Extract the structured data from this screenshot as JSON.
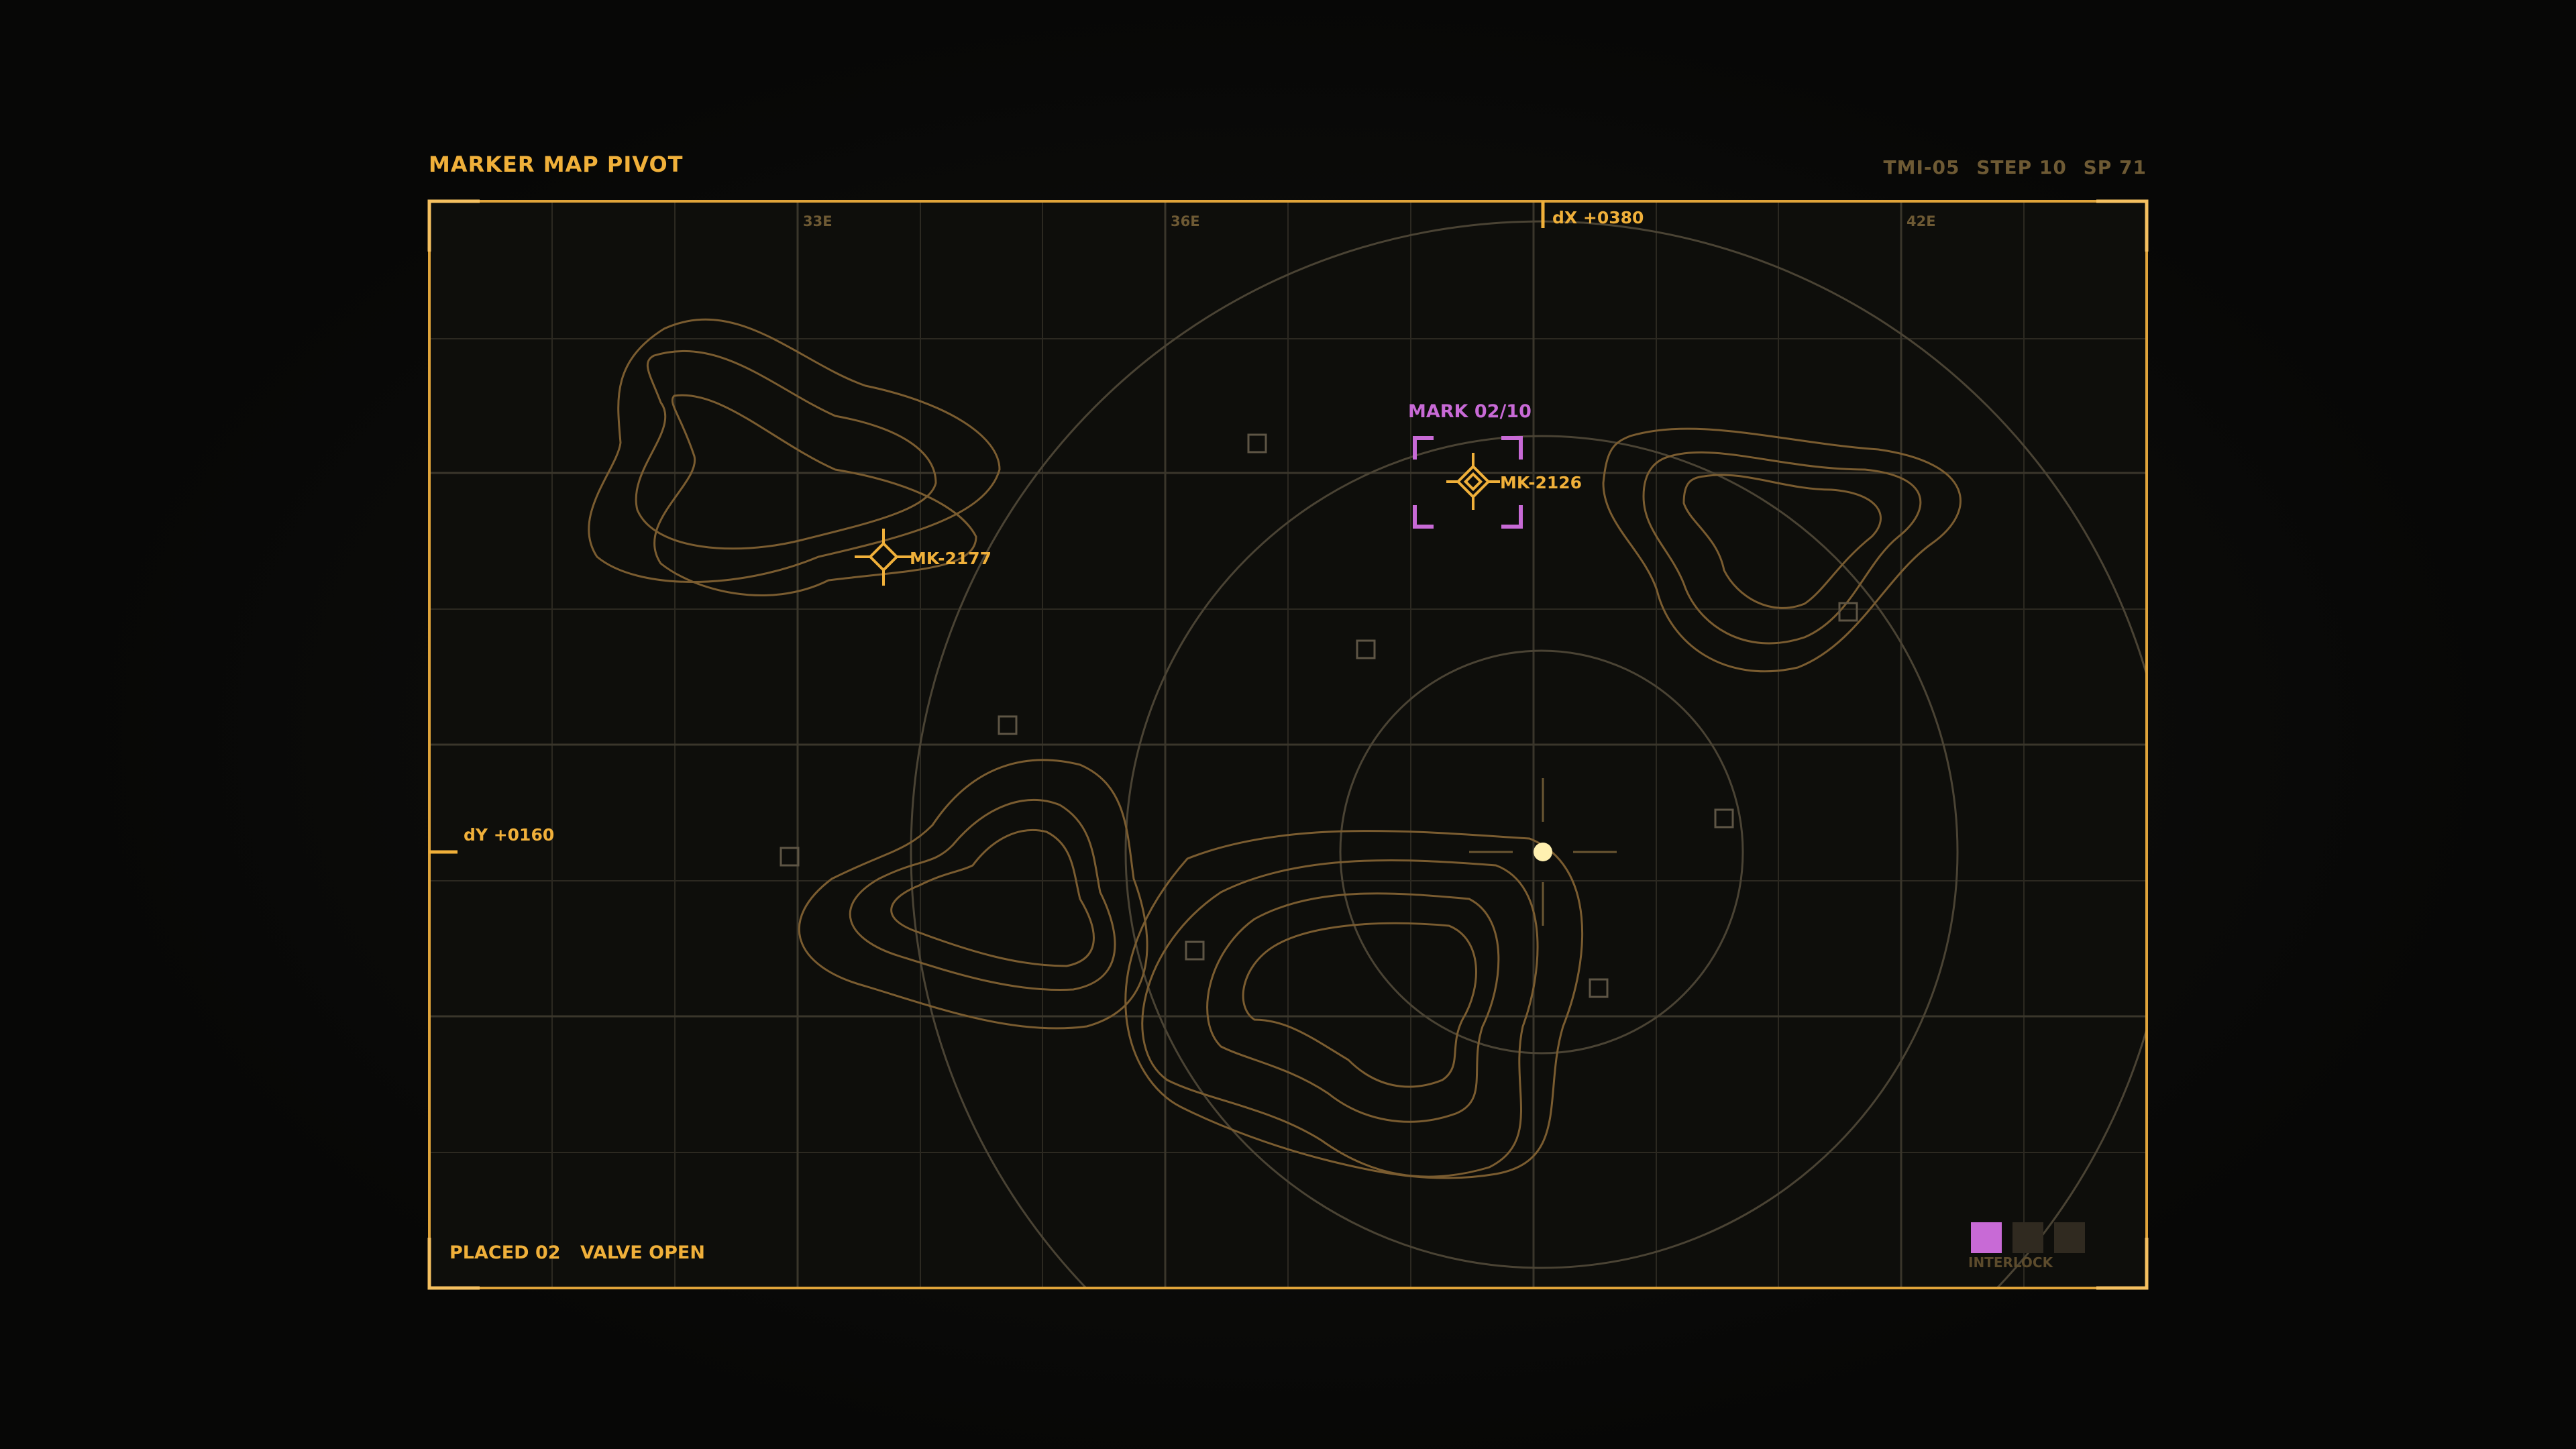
{
  "header": {
    "title": "MARKER MAP PIVOT",
    "status": {
      "tmi": "TMI-05",
      "step": "STEP 10",
      "sp": "SP 71"
    }
  },
  "map": {
    "grid_labels": [
      "33E",
      "36E",
      "42E"
    ],
    "cursor": {
      "dx_label": "dX +0380",
      "dy_label": "dY +0160"
    },
    "markers": [
      {
        "id": "MK-2177",
        "label": "MK-2177",
        "selected": false
      },
      {
        "id": "MK-2126",
        "label": "MK-2126",
        "selected": true
      }
    ],
    "mark_counter": "MARK 02/10"
  },
  "footer": {
    "placed": "PLACED 02",
    "valve": "VALVE OPEN"
  },
  "legend": {
    "label": "INTERLOCK",
    "colors": [
      "#c86ad6",
      "#302a20",
      "#302a20"
    ]
  },
  "colors": {
    "accent": "#f0b03a",
    "select": "#c86ad6",
    "frame": "#e0a43a",
    "grid": "#3a352a",
    "contour": "#7a5c30"
  }
}
